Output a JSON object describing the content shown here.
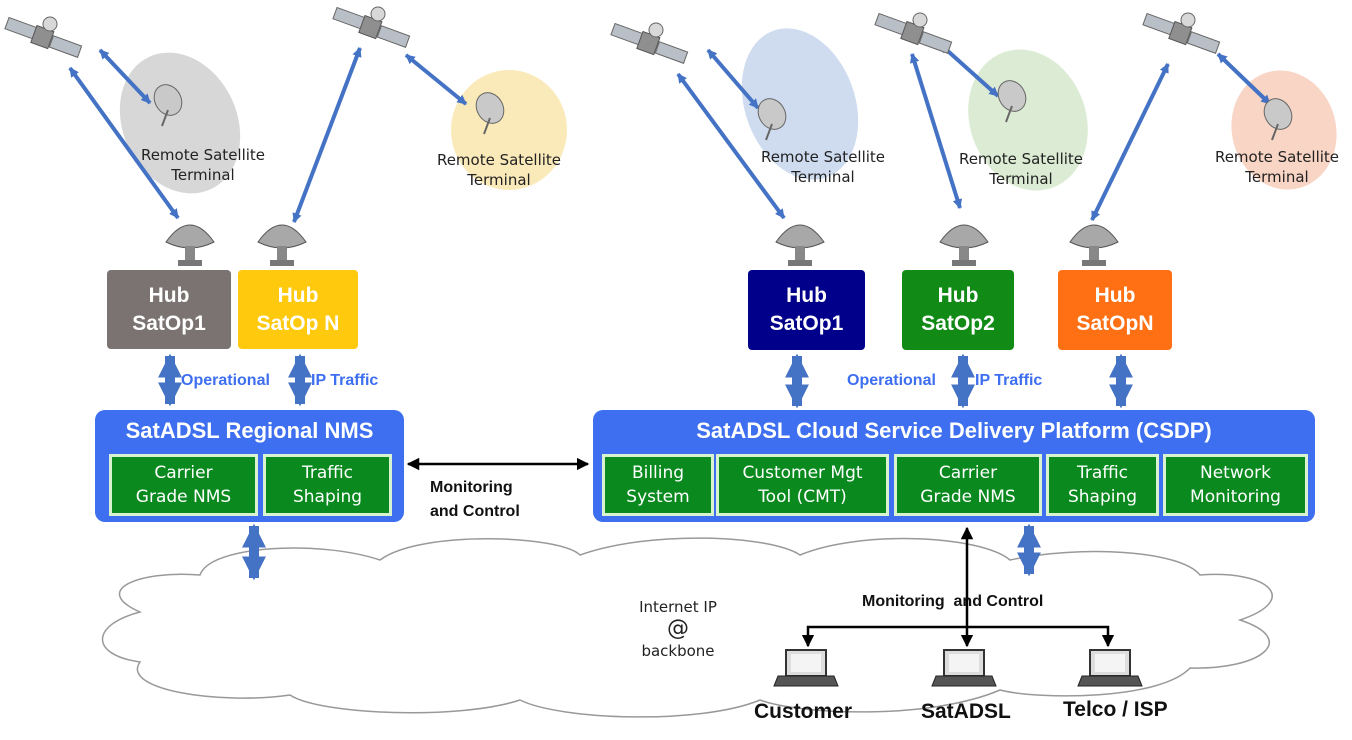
{
  "terminals": {
    "label_line1": "Remote Satellite",
    "label_line2": "Terminal",
    "ellipse_colors": [
      "#d7d7d7",
      "#fbeab9",
      "#cfdcf0",
      "#dcebd4",
      "#f8d5c4"
    ]
  },
  "hubs": [
    {
      "line1": "Hub",
      "line2": "SatOp1",
      "color": "#7b7372"
    },
    {
      "line1": "Hub",
      "line2": "SatOp N",
      "color": "#ffc90e"
    },
    {
      "line1": "Hub",
      "line2": "SatOp1",
      "color": "#00008b"
    },
    {
      "line1": "Hub",
      "line2": "SatOp2",
      "color": "#118a16"
    },
    {
      "line1": "Hub",
      "line2": "SatOpN",
      "color": "#ff7014"
    }
  ],
  "links": {
    "operational": "Operational",
    "ip_traffic": "IP Traffic",
    "monitoring_line1": "Monitoring",
    "monitoring_line2": "and Control",
    "monitoring_and_control": "Monitoring  and Control"
  },
  "regional_nms": {
    "title": "SatADSL Regional NMS",
    "modules": [
      {
        "line1": "Carrier",
        "line2": "Grade NMS"
      },
      {
        "line1": "Traffic",
        "line2": "Shaping"
      }
    ]
  },
  "csdp": {
    "title": "SatADSL Cloud Service Delivery Platform (CSDP)",
    "modules": [
      {
        "line1": "Billing",
        "line2": "System"
      },
      {
        "line1": "Customer Mgt",
        "line2": "Tool (CMT)"
      },
      {
        "line1": "Carrier",
        "line2": "Grade NMS"
      },
      {
        "line1": "Traffic",
        "line2": "Shaping"
      },
      {
        "line1": "Network",
        "line2": "Monitoring"
      }
    ]
  },
  "cloud": {
    "line1": "Internet IP",
    "symbol": "@",
    "line2": "backbone"
  },
  "users": [
    "Customer",
    "SatADSL",
    "Telco / ISP"
  ],
  "colors": {
    "arrow_blue": "#4472c4",
    "panel_blue": "#3d6ff0",
    "module_green": "#0a8a1e"
  }
}
